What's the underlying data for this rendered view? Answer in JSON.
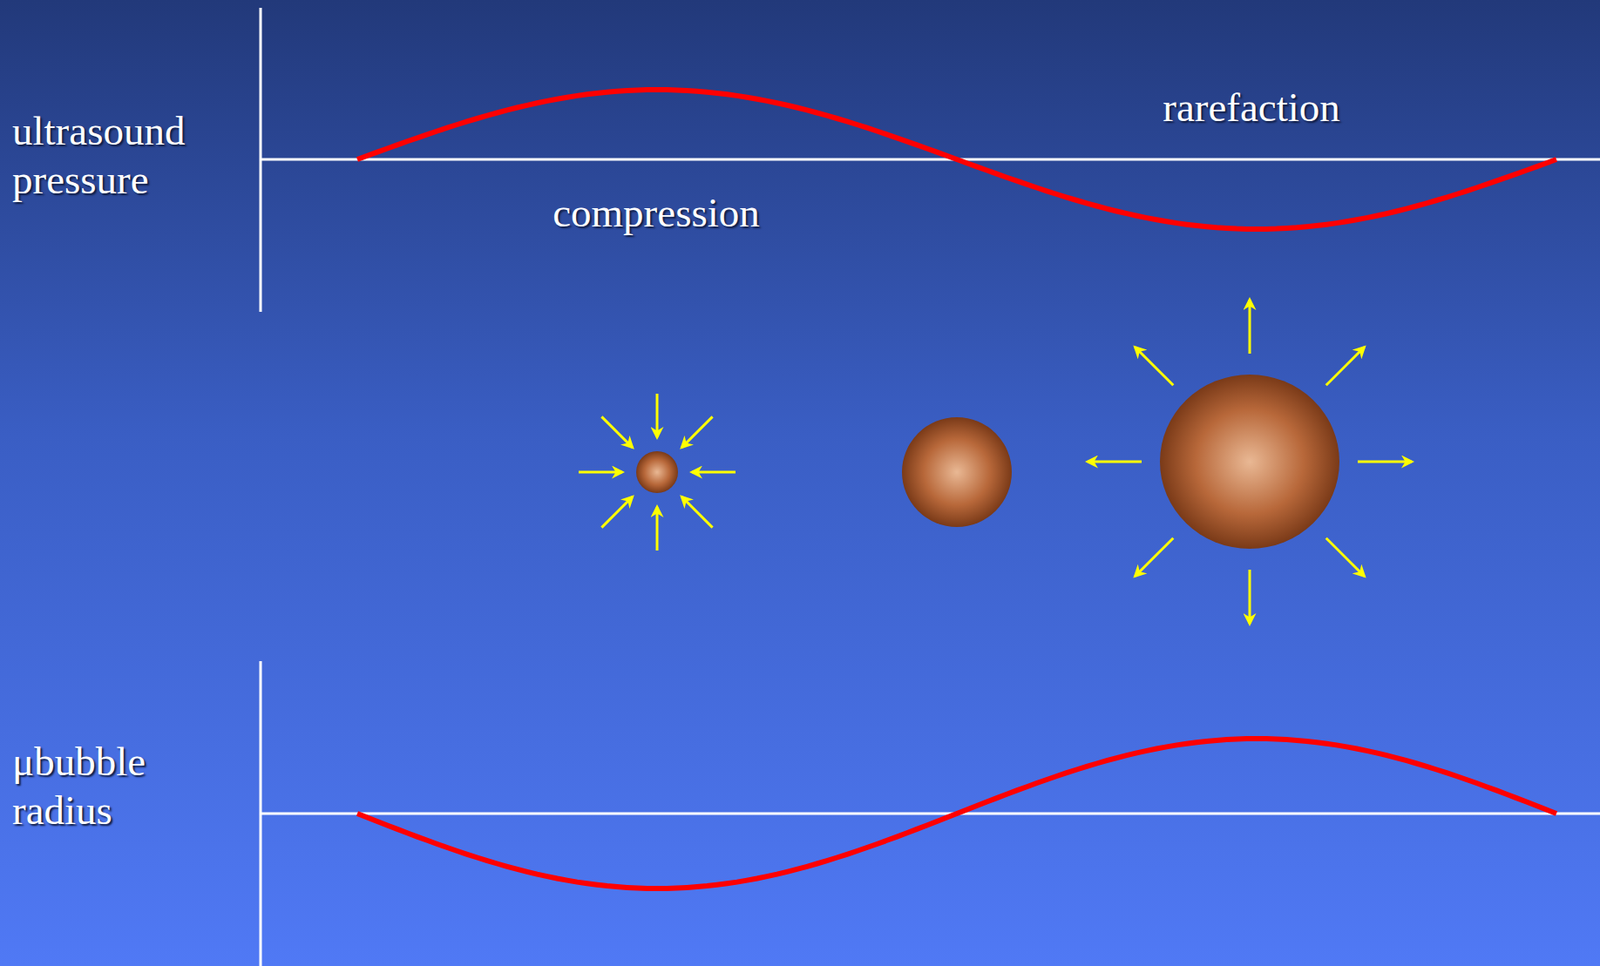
{
  "diagram": {
    "labels": [
      "ultrasound pressure",
      "compression",
      "rarefaction",
      "μbubble radius"
    ]
  }
}
